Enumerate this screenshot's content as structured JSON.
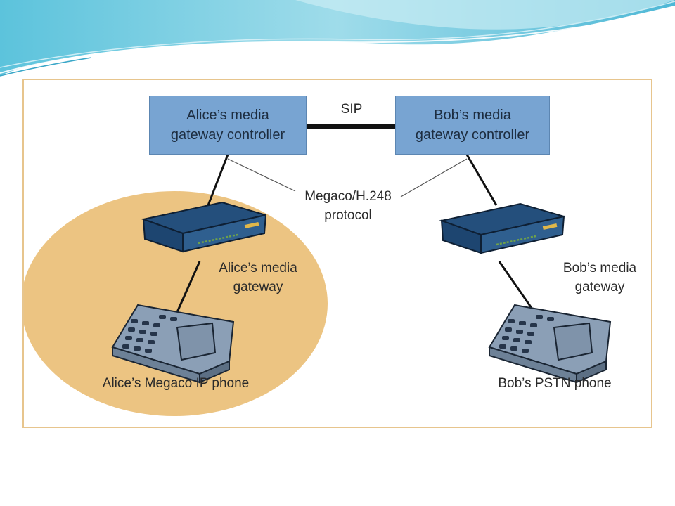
{
  "diagram": {
    "sip_label": "SIP",
    "protocol_label": "Megaco/H.248\nprotocol",
    "alice": {
      "controller_label": "Alice’s media\ngateway controller",
      "gateway_label": "Alice’s media\ngateway",
      "phone_label": "Alice’s Megaco IP phone"
    },
    "bob": {
      "controller_label": "Bob’s media\ngateway controller",
      "gateway_label": "Bob’s media\ngateway",
      "phone_label": "Bob’s PSTN phone"
    }
  },
  "colors": {
    "controller_fill": "#78a4d2",
    "gateway_fill": "#2f5f8f",
    "alice_domain_fill": "#ecc482",
    "phone_fill": "#8b9fb6",
    "frame_border": "#e7c58d"
  },
  "icons": [
    "media-gateway-icon",
    "telephone-icon"
  ]
}
